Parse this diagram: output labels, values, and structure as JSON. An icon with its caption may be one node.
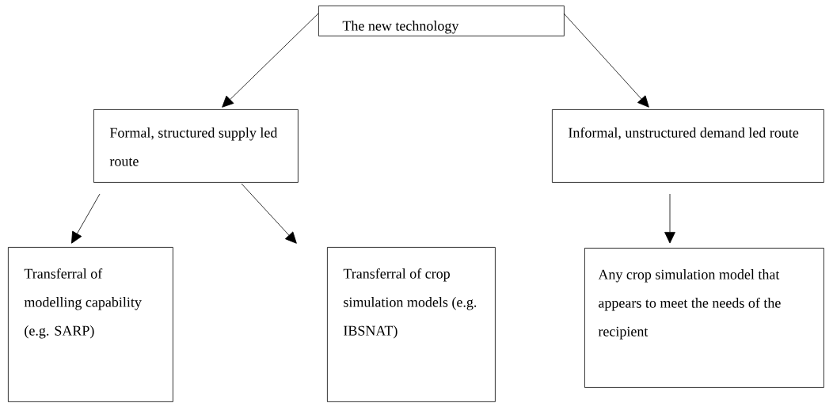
{
  "diagram": {
    "nodes": [
      {
        "text": [
          "The new technology"
        ]
      },
      {
        "text": [
          "Formal, structured supply led route"
        ]
      },
      {
        "text": [
          "Informal, unstructured demand led route"
        ]
      },
      {
        "text": [
          "Transferral of modelling capability (e.g. SARP)"
        ]
      },
      {
        "text": [
          "Transferral of crop simulation models (e.g. IBSNAT)"
        ]
      },
      {
        "text": [
          "Any crop simulation model that appears to meet the needs of the recipient"
        ]
      }
    ],
    "edges": [
      {
        "from": 0,
        "to": 1,
        "arrow": "to"
      },
      {
        "from": 0,
        "to": 2,
        "arrow": "to"
      },
      {
        "from": 1,
        "to": 3,
        "arrow": "to"
      },
      {
        "from": 1,
        "to": 4,
        "arrow": "to"
      },
      {
        "from": 2,
        "to": 5,
        "arrow": "to"
      }
    ]
  }
}
